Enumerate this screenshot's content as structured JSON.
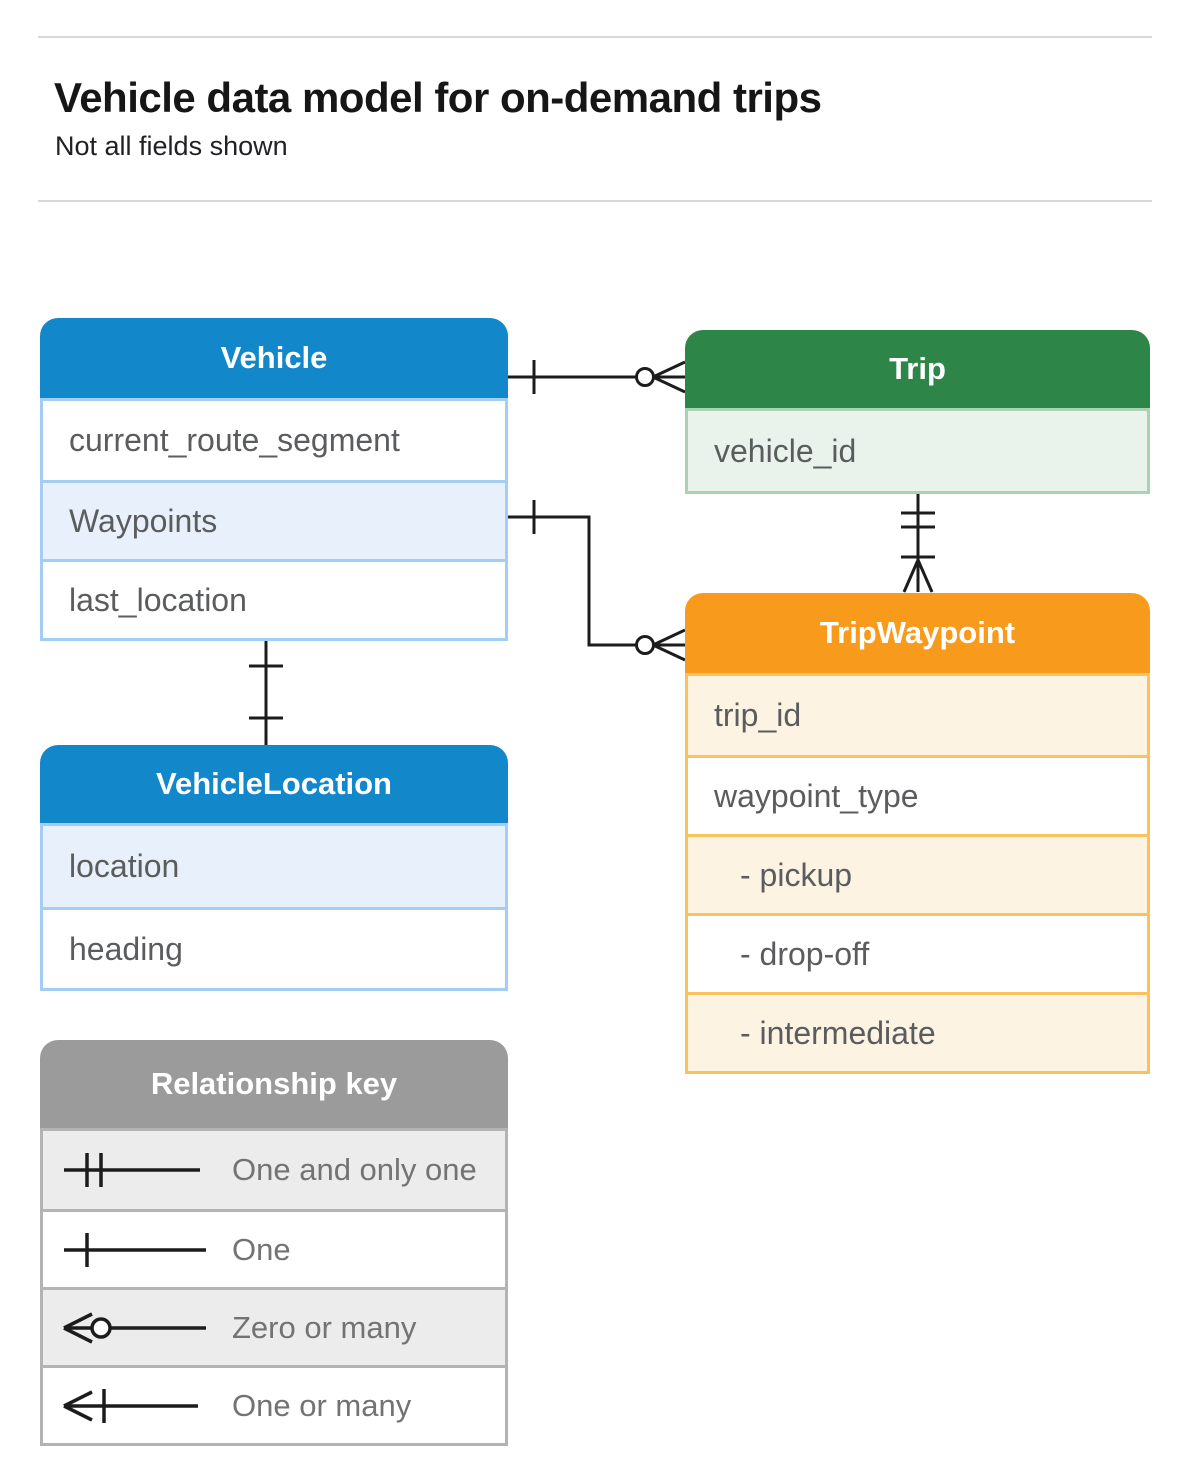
{
  "page": {
    "title": "Vehicle data model for on-demand trips",
    "subtitle": "Not all fields shown"
  },
  "entities": {
    "vehicle": {
      "title": "Vehicle",
      "fields": [
        "current_route_segment",
        "Waypoints",
        "last_location"
      ]
    },
    "trip": {
      "title": "Trip",
      "fields": [
        "vehicle_id"
      ]
    },
    "trip_waypoint": {
      "title": "TripWaypoint",
      "fields": [
        "trip_id",
        "waypoint_type",
        "- pickup",
        "- drop-off",
        "- intermediate"
      ]
    },
    "vehicle_location": {
      "title": "VehicleLocation",
      "fields": [
        "location",
        "heading"
      ]
    }
  },
  "legend": {
    "title": "Relationship key",
    "items": [
      {
        "symbol": "one-and-only-one",
        "label": "One and only one"
      },
      {
        "symbol": "one",
        "label": "One"
      },
      {
        "symbol": "zero-or-many",
        "label": "Zero or many"
      },
      {
        "symbol": "one-or-many",
        "label": "One or many"
      }
    ]
  },
  "relationships": [
    {
      "from": "Vehicle",
      "to": "Trip",
      "from_cardinality": "one",
      "to_cardinality": "zero-or-many"
    },
    {
      "from": "Vehicle.Waypoints",
      "to": "TripWaypoint",
      "from_cardinality": "one",
      "to_cardinality": "zero-or-many"
    },
    {
      "from": "Trip",
      "to": "TripWaypoint",
      "from_cardinality": "one-and-only-one",
      "to_cardinality": "one-or-many"
    },
    {
      "from": "Vehicle",
      "to": "VehicleLocation",
      "from_cardinality": "one-and-only-one",
      "to_cardinality": "one-and-only-one"
    }
  ],
  "colors": {
    "vehicle_header": "#1288ca",
    "vehicle_row_tint": "#e8f1fb",
    "vehicle_border": "#a3cdf2",
    "trip_header": "#2e8548",
    "trip_row_tint": "#e9f3ec",
    "trip_border": "#a9d1b2",
    "waypoint_header": "#f89b1c",
    "waypoint_row_tint": "#fdf3e3",
    "waypoint_border": "#fac25c",
    "key_header": "#9b9b9b",
    "key_row_tint": "#ececec",
    "key_border": "#b3b3b3",
    "field_text": "#5b5c5e",
    "connector": "#1c1c1c"
  }
}
